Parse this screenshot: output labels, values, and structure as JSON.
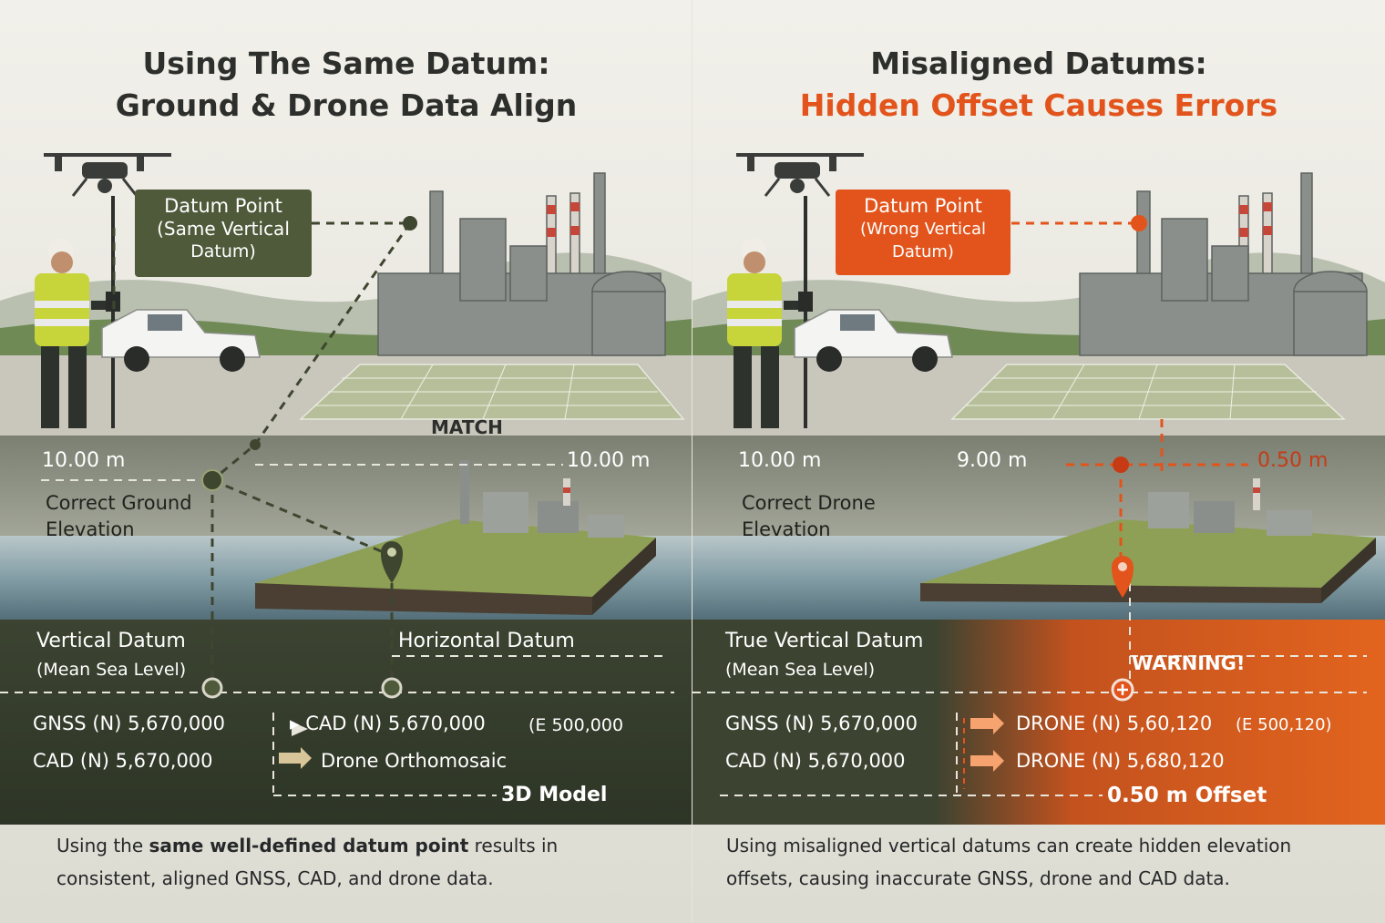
{
  "left": {
    "title_line1": "Using The Same Datum:",
    "title_line2": "Ground & Drone Data Align",
    "datum_box": [
      "Datum Point",
      "(Same Vertical",
      "Datum)"
    ],
    "match_label": "MATCH",
    "elev_left": "10.00 m",
    "elev_right": "10.00 m",
    "elev_desc": [
      "Correct Ground",
      "Elevation"
    ],
    "vertical_datum": "Vertical Datum",
    "vertical_datum_sub": "(Mean Sea Level)",
    "horizontal_datum": "Horizontal Datum",
    "gnss": "GNSS (N) 5,670,000",
    "cad": "CAD (N) 5,670,000",
    "cad_e": "▸ CAD (N) 5,670,000",
    "cad_e_sub": "(E 500,000",
    "ortho": "Drone Orthomosaic",
    "model": "3D Model",
    "caption_pre": "Using the ",
    "caption_bold": "same well-defined datum point",
    "caption_post": " results in consistent, aligned GNSS, CAD, and drone data."
  },
  "right": {
    "title_line1": "Misaligned Datums:",
    "title_line2": "Hidden Offset Causes Errors",
    "datum_box": [
      "Datum Point",
      "(Wrong Vertical",
      "Datum)"
    ],
    "elev_left": "10.00 m",
    "elev_mid": "9.00 m",
    "elev_offset": "0.50 m",
    "elev_desc": [
      "Correct Drone",
      "Elevation"
    ],
    "vertical_datum": "True Vertical Datum",
    "vertical_datum_sub": "(Mean Sea Level)",
    "warning": "WARNING!",
    "gnss": "GNSS (N) 5,670,000",
    "cad": "CAD (N) 5,670,000",
    "drone1": "DRONE (N) 5,60,120",
    "drone1_sub": "(E 500,120)",
    "drone2": "DRONE (N) 5,680,120",
    "offset": "0.50 m Offset",
    "caption": "Using misaligned vertical datums can create hidden elevation offsets, causing inaccurate GNSS, drone and CAD data."
  },
  "colors": {
    "accent_green": "#4f5a3a",
    "accent_orange": "#e2541c",
    "title_dark": "#2d2f2c"
  }
}
